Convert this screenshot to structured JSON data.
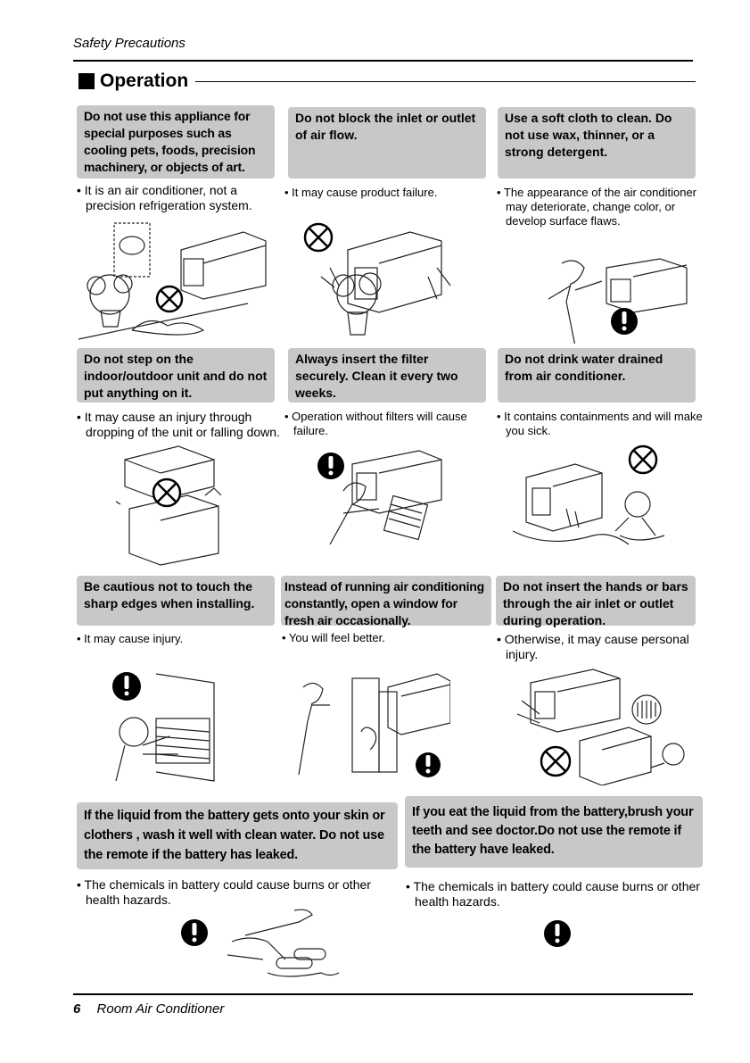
{
  "header": {
    "section": "Safety Precautions"
  },
  "section": {
    "title": "Operation"
  },
  "items": [
    {
      "title": "Do not use this appliance for special purposes such as cooling pets, foods, precision machinery, or objects of art.",
      "note": "• It is an air conditioner, not a precision refrigeration system.",
      "symbol": "prohibited"
    },
    {
      "title": "Do not block the inlet or outlet of  air flow.",
      "note": "• It may cause product failure.",
      "symbol": "prohibited"
    },
    {
      "title": "Use a soft cloth to clean. Do not use wax, thinner, or a strong detergent.",
      "note": "• The appearance of the air conditioner may deteriorate, change color, or develop surface flaws.",
      "symbol": "mandatory"
    },
    {
      "title": "Do not step on the indoor/outdoor unit and do not put anything on it.",
      "note": "• It may cause an injury through dropping of the unit or falling down.",
      "symbol": "prohibited"
    },
    {
      "title": "Always insert the filter securely. Clean it every two weeks.",
      "note": "• Operation without filters will cause failure.",
      "symbol": "mandatory"
    },
    {
      "title": "Do not drink water drained from air conditioner.",
      "note": "• It contains containments and will make you sick.",
      "symbol": "prohibited"
    },
    {
      "title": "Be cautious not to touch the sharp edges when installing.",
      "note": "• It may cause injury.",
      "symbol": "mandatory"
    },
    {
      "title": "Instead of running air conditioning constantly, open a window for fresh air occasionally.",
      "note": "•  You will feel better.",
      "symbol": "mandatory"
    },
    {
      "title": "Do not insert the hands or bars through the air inlet or outlet during operation.",
      "note": "• Otherwise, it may cause personal injury.",
      "symbol": "prohibited"
    },
    {
      "title": "If the liquid from the battery gets onto your skin or clothers , wash it well with clean water. Do not use the remote if the battery has leaked.",
      "note": "• The chemicals in battery could cause burns or other health hazards.",
      "symbol": "mandatory"
    },
    {
      "title": "If you eat the liquid from the battery,brush your teeth and see doctor.Do not use the remote if the battery have leaked.",
      "note": "• The chemicals in battery  could cause burns or other health hazards.",
      "symbol": "mandatory"
    }
  ],
  "footer": {
    "page_number": "6",
    "title": "Room Air Conditioner"
  }
}
